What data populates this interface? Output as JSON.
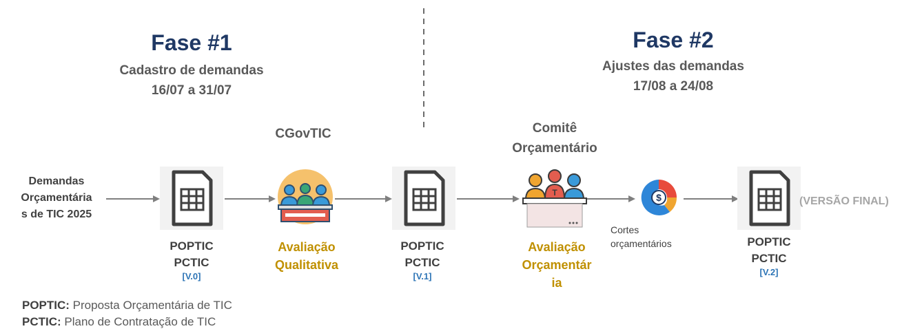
{
  "phase1": {
    "title": "Fase #1",
    "subtitle": "Cadastro de demandas",
    "dates": "16/07 a 31/07"
  },
  "phase2": {
    "title": "Fase #2",
    "subtitle": "Ajustes das demandas",
    "dates": "17/08 a 24/08"
  },
  "start_label": [
    "Demandas",
    "Orçamentária",
    "s de TIC 2025"
  ],
  "groups": {
    "cgovtic": "CGovTIC",
    "comite": [
      "Comitê",
      "Orçamentário"
    ]
  },
  "docs": [
    {
      "line1": "POPTIC",
      "line2": "PCTIC",
      "version": "[V.0]"
    },
    {
      "line1": "POPTIC",
      "line2": "PCTIC",
      "version": "[V.1]"
    },
    {
      "line1": "POPTIC",
      "line2": "PCTIC",
      "version": "[V.2]"
    }
  ],
  "eval_qual": [
    "Avaliação",
    "Qualitativa"
  ],
  "eval_orc": [
    "Avaliação",
    "Orçamentár",
    "ia"
  ],
  "cortes": [
    "Cortes",
    "orçamentários"
  ],
  "final_version": "(VERSÃO FINAL)",
  "legend": [
    {
      "key": "POPTIC:",
      "text": " Proposta Orçamentária de TIC"
    },
    {
      "key": "PCTIC:",
      "text": " Plano de Contratação de TIC"
    }
  ],
  "colors": {
    "phase_title": "#1f3864",
    "version": "#2e75b6",
    "eval": "#c09000",
    "arrow": "#7f7f7f"
  }
}
